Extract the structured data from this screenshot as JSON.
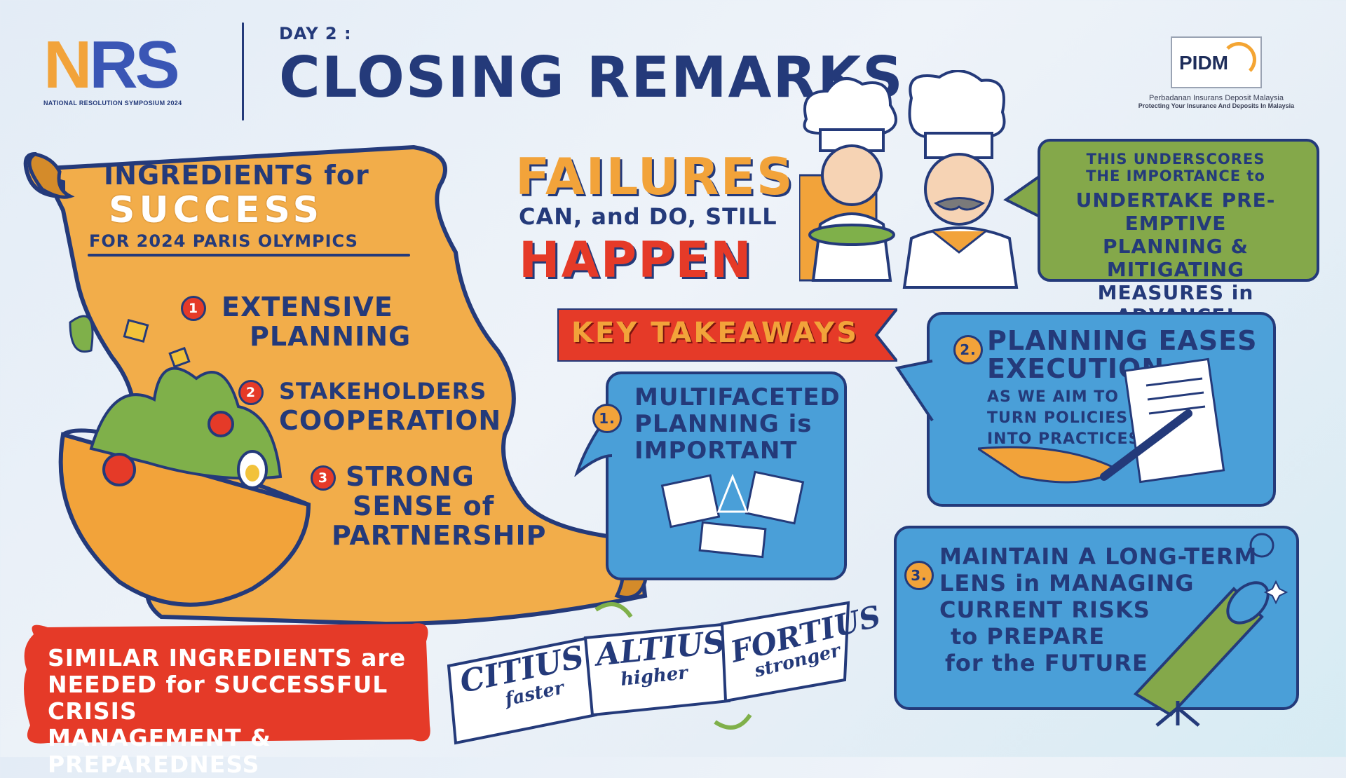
{
  "header": {
    "logo_nrs": "NRS",
    "logo_nrs_sub": "NATIONAL RESOLUTION SYMPOSIUM 2024",
    "day": "DAY 2 :",
    "title": "CLOSING REMARKS",
    "pidm_logo": "PIDM",
    "pidm_name": "Perbadanan Insurans Deposit Malaysia",
    "pidm_tagline": "Protecting Your Insurance And Deposits In Malaysia"
  },
  "ingredients": {
    "title": "INGREDIENTS for",
    "success": "SUCCESS",
    "subtitle": "FOR 2024 PARIS OLYMPICS",
    "items": [
      {
        "num": "1",
        "line1": "EXTENSIVE",
        "line2": "PLANNING",
        "line3": ""
      },
      {
        "num": "2",
        "line1": "STAKEHOLDERS",
        "line2": "COOPERATION",
        "line3": ""
      },
      {
        "num": "3",
        "line1": "STRONG",
        "line2": "SENSE of",
        "line3": "PARTNERSHIP"
      }
    ]
  },
  "failures": {
    "line1": "FAILURES",
    "line2": "CAN, and DO, STILL",
    "line3": "HAPPEN"
  },
  "underscore": {
    "line1": "THIS UNDERSCORES",
    "line2": "THE IMPORTANCE to",
    "line3": "UNDERTAKE PRE-EMPTIVE",
    "line4": "PLANNING & MITIGATING",
    "line5": "MEASURES in ADVANCE!"
  },
  "key_takeaways": {
    "banner": "KEY TAKEAWAYS",
    "t1": {
      "num": "1.",
      "line1": "MULTIFACETED",
      "line2": "PLANNING is",
      "line3": "IMPORTANT"
    },
    "t2": {
      "num": "2.",
      "line1": "PLANNING EASES",
      "line2": "EXECUTION",
      "line3": "AS WE AIM TO",
      "line4": "TURN POLICIES",
      "line5": "INTO PRACTICES"
    },
    "t3": {
      "num": "3.",
      "line1": "MAINTAIN A LONG-TERM",
      "line2": "LENS in MANAGING",
      "line3": "CURRENT RISKS",
      "line4": "to PREPARE",
      "line5": "for the FUTURE"
    }
  },
  "similar": {
    "line1": "SIMILAR INGREDIENTS are",
    "line2": "NEEDED for SUCCESSFUL CRISIS",
    "line3": "MANAGEMENT & PREPAREDNESS"
  },
  "motto": [
    {
      "latin": "CITIUS",
      "english": "faster"
    },
    {
      "latin": "ALTIUS",
      "english": "higher"
    },
    {
      "latin": "FORTIUS",
      "english": "stronger"
    }
  ],
  "colors": {
    "navy": "#243a7a",
    "orange": "#f2a33a",
    "red": "#e53a28",
    "blue": "#4a9fd8",
    "green": "#84a84a",
    "scroll": "#f2ad4a"
  }
}
